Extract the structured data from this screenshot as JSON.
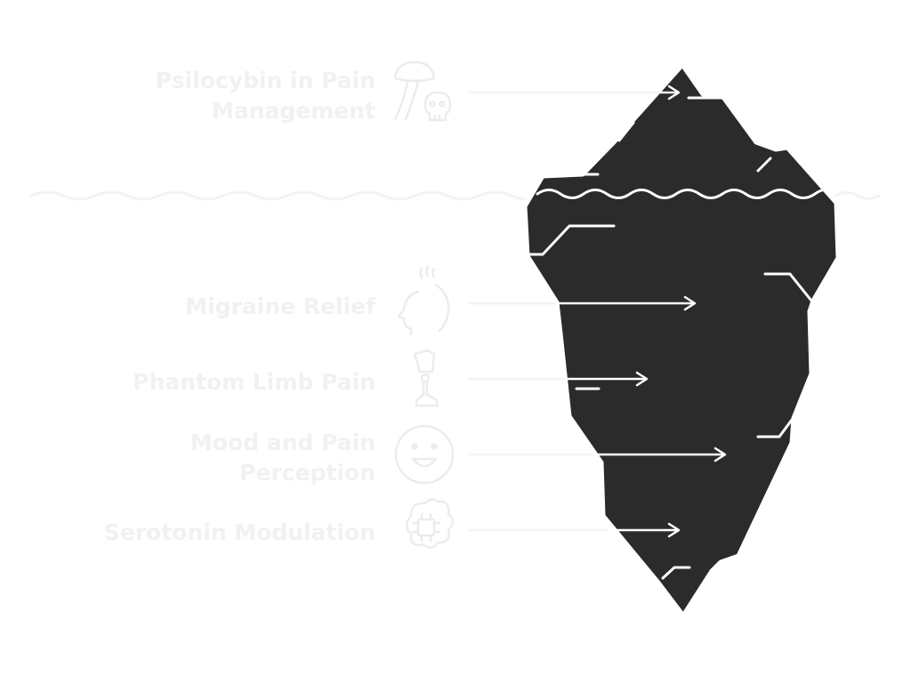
{
  "labels": {
    "top_line1": "Psilocybin in Pain",
    "top_line2": "Management",
    "migraine": "Migraine Relief",
    "phantom": "Phantom Limb Pain",
    "mood_line1": "Mood and Pain",
    "mood_line2": "Perception",
    "serotonin": "Serotonin Modulation"
  },
  "icons": {
    "top": "mushroom-skull-icon",
    "migraine": "head-with-vapor-icon",
    "phantom": "prosthetic-leg-icon",
    "mood": "smiley-face-icon",
    "serotonin": "brain-chip-icon"
  },
  "colors": {
    "iceberg": "#2b2b2b",
    "outline": "#ffffff",
    "label_text": "#f1f1f1",
    "water_line": "#f3f3f3",
    "arrow": "#ffffff"
  }
}
